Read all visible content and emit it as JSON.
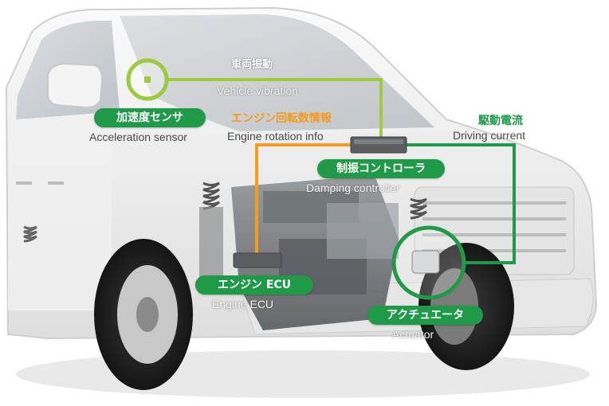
{
  "labels": {
    "vehicle_vibration": {
      "ja": "車両振動",
      "en": "Vehicle vibration"
    },
    "acceleration_sensor": {
      "ja": "加速度センサ",
      "en": "Acceleration sensor"
    },
    "engine_rotation_info": {
      "ja": "エンジン回転数情報",
      "en": "Engine rotation info"
    },
    "driving_current": {
      "ja": "駆動電流",
      "en": "Driving current"
    },
    "damping_controller": {
      "ja": "制振コントローラ",
      "en": "Damping controller"
    },
    "engine_ecu": {
      "ja": "エンジン ECU",
      "en": "Engine ECU"
    },
    "actuator": {
      "ja": "アクチュエータ",
      "en": "Actuator"
    }
  },
  "colors": {
    "sensor_line": "#9ccb3b",
    "control_line": "#1f9a48",
    "engine_info_line": "#f39c1e",
    "label_fill": "#1f9a48"
  }
}
